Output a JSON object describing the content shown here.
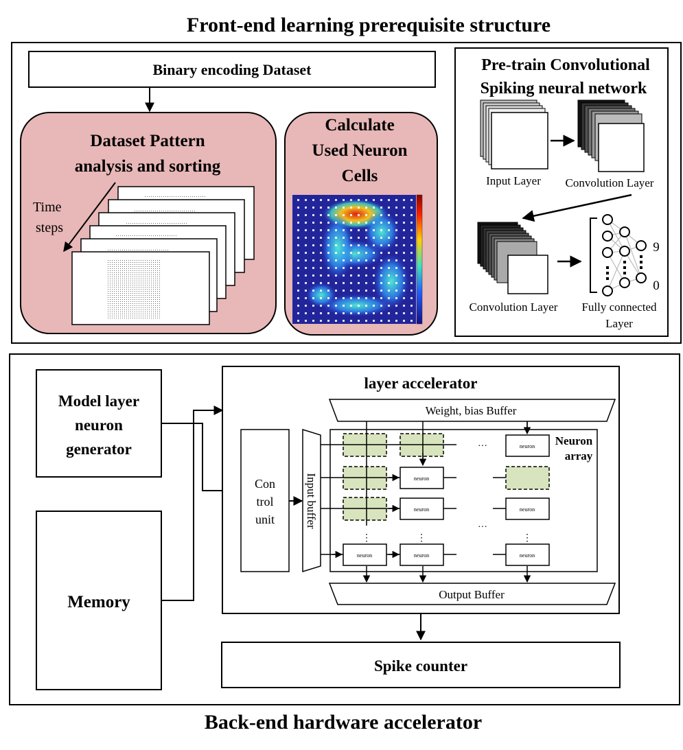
{
  "title_top": "Front-end learning prerequisite structure",
  "title_bottom": "Back-end hardware accelerator",
  "frontend": {
    "binary_dataset": "Binary encoding Dataset",
    "pattern_title_1": "Dataset Pattern",
    "pattern_title_2": "analysis and sorting",
    "time_steps_1": "Time",
    "time_steps_2": "steps",
    "neuron_title_1": "Calculate",
    "neuron_title_2": "Used Neuron",
    "neuron_title_3": "Cells",
    "pretrain_title_1": "Pre-train  Convolutional",
    "pretrain_title_2": "Spiking  neural network",
    "input_layer": "Input  Layer",
    "conv_layer_1": "Convolution Layer",
    "conv_layer_2": "Convolution Layer",
    "fc_layer_1": "Fully connected",
    "fc_layer_2": "Layer",
    "digit_top": "9",
    "digit_bottom": "0"
  },
  "backend": {
    "model_gen_1": "Model layer",
    "model_gen_2": "neuron",
    "model_gen_3": "generator",
    "memory": "Memory",
    "accelerator_title": "layer accelerator",
    "weight_buffer": "Weight, bias Buffer",
    "control_1": "Con",
    "control_2": "trol",
    "control_3": "unit",
    "input_buffer": "Input buffer",
    "neuron_array_1": "Neuron",
    "neuron_array_2": "array",
    "neuron_label": "neuron",
    "output_buffer": "Output Buffer",
    "spike_counter": "Spike counter",
    "h_ellipsis": "···",
    "v_ellipsis": "⋮"
  },
  "colors": {
    "pink": "#e8b7b7",
    "green_cell": "#d7e4bd"
  }
}
